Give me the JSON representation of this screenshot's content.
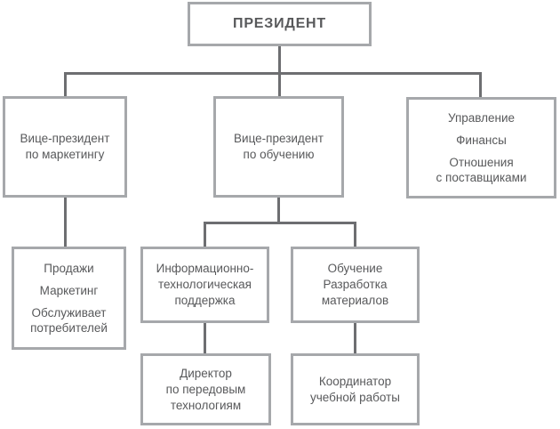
{
  "colors": {
    "box_border": "#a6a8ab",
    "connector_line": "#6d6e71",
    "text": "#58595b",
    "background": "#ffffff"
  },
  "nodes": {
    "president": {
      "label": "ПРЕЗИДЕНТ"
    },
    "vp_marketing": {
      "lines": [
        "Вице-президент",
        "по маркетингу"
      ]
    },
    "vp_training": {
      "lines": [
        "Вице-президент",
        "по обучению"
      ]
    },
    "admin_group": {
      "items": [
        [
          "Управление"
        ],
        [
          "Финансы"
        ],
        [
          "Отношения",
          "с поставщиками"
        ]
      ]
    },
    "sales_group": {
      "items": [
        [
          "Продажи"
        ],
        [
          "Маркетинг"
        ],
        [
          "Обслуживает",
          "потребителей"
        ]
      ]
    },
    "it_support": {
      "lines": [
        "Информационно-",
        "технологическая",
        "поддержка"
      ]
    },
    "training_dev": {
      "lines": [
        "Обучение",
        "Разработка",
        "материалов"
      ]
    },
    "director_tech": {
      "lines": [
        "Директор",
        "по передовым",
        "технологиям"
      ]
    },
    "coordinator": {
      "lines": [
        "Координатор",
        "учебной работы"
      ]
    }
  }
}
